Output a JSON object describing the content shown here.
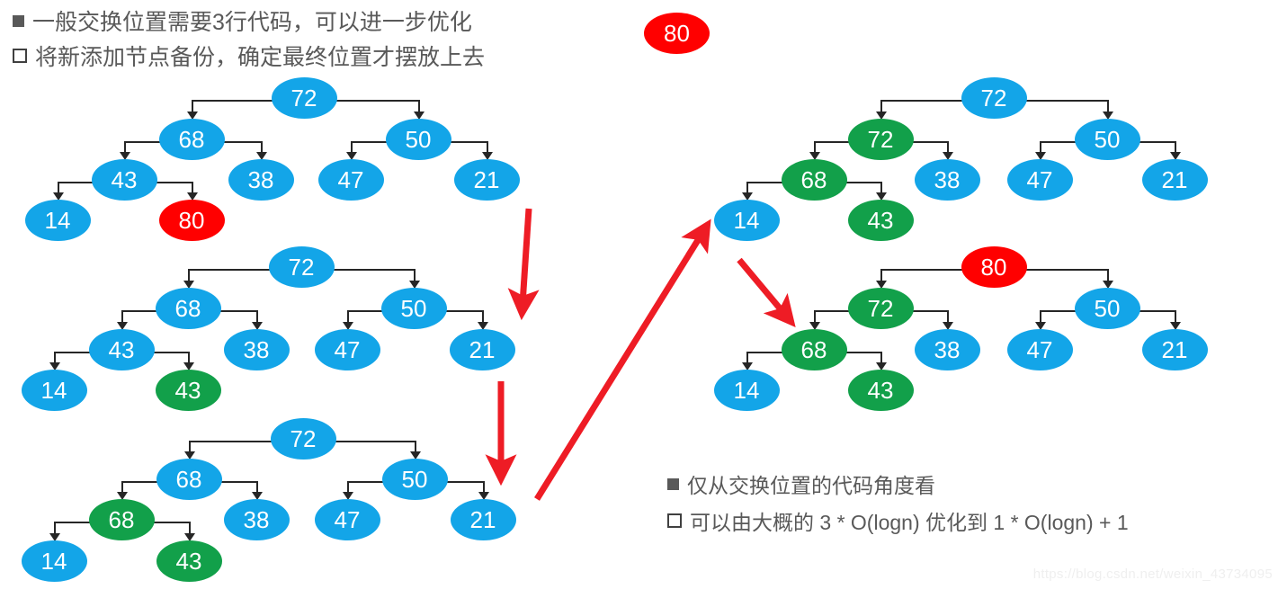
{
  "colors": {
    "node_blue": "#13A5E8",
    "node_green": "#12A04A",
    "node_red": "#FF0000",
    "link": "#262626",
    "arrow_red": "#EE1C25",
    "text_gray": "#595959",
    "background": "#FFFFFF"
  },
  "top_notes": [
    {
      "marker": "filled-square",
      "text": "一般交换位置需要3行代码，可以进一步优化"
    },
    {
      "marker": "hollow-square",
      "text": "将新添加节点备份，确定最终位置才摆放上去"
    }
  ],
  "bottom_right_notes": [
    {
      "marker": "filled-square",
      "text": "仅从交换位置的代码角度看"
    },
    {
      "marker": "hollow-square",
      "text": "可以由大概的 3 * O(logn) 优化到 1 * O(logn) + 1"
    }
  ],
  "floating_node": {
    "label": "80",
    "color": "red"
  },
  "trees": [
    {
      "id": "tree-left-1",
      "nodes": [
        {
          "label": "72",
          "color": "blue"
        },
        {
          "label": "68",
          "color": "blue"
        },
        {
          "label": "50",
          "color": "blue"
        },
        {
          "label": "43",
          "color": "blue"
        },
        {
          "label": "38",
          "color": "blue"
        },
        {
          "label": "47",
          "color": "blue"
        },
        {
          "label": "21",
          "color": "blue"
        },
        {
          "label": "14",
          "color": "blue"
        },
        {
          "label": "80",
          "color": "red"
        }
      ]
    },
    {
      "id": "tree-left-2",
      "nodes": [
        {
          "label": "72",
          "color": "blue"
        },
        {
          "label": "68",
          "color": "blue"
        },
        {
          "label": "50",
          "color": "blue"
        },
        {
          "label": "43",
          "color": "blue"
        },
        {
          "label": "38",
          "color": "blue"
        },
        {
          "label": "47",
          "color": "blue"
        },
        {
          "label": "21",
          "color": "blue"
        },
        {
          "label": "14",
          "color": "blue"
        },
        {
          "label": "43",
          "color": "green"
        }
      ]
    },
    {
      "id": "tree-left-3",
      "nodes": [
        {
          "label": "72",
          "color": "blue"
        },
        {
          "label": "68",
          "color": "blue"
        },
        {
          "label": "50",
          "color": "blue"
        },
        {
          "label": "68",
          "color": "green"
        },
        {
          "label": "38",
          "color": "blue"
        },
        {
          "label": "47",
          "color": "blue"
        },
        {
          "label": "21",
          "color": "blue"
        },
        {
          "label": "14",
          "color": "blue"
        },
        {
          "label": "43",
          "color": "green"
        }
      ]
    },
    {
      "id": "tree-right-1",
      "nodes": [
        {
          "label": "72",
          "color": "blue"
        },
        {
          "label": "72",
          "color": "green"
        },
        {
          "label": "50",
          "color": "blue"
        },
        {
          "label": "68",
          "color": "green"
        },
        {
          "label": "38",
          "color": "blue"
        },
        {
          "label": "47",
          "color": "blue"
        },
        {
          "label": "21",
          "color": "blue"
        },
        {
          "label": "14",
          "color": "blue"
        },
        {
          "label": "43",
          "color": "green"
        }
      ]
    },
    {
      "id": "tree-right-2",
      "nodes": [
        {
          "label": "80",
          "color": "red"
        },
        {
          "label": "72",
          "color": "green"
        },
        {
          "label": "50",
          "color": "blue"
        },
        {
          "label": "68",
          "color": "green"
        },
        {
          "label": "38",
          "color": "blue"
        },
        {
          "label": "47",
          "color": "blue"
        },
        {
          "label": "21",
          "color": "blue"
        },
        {
          "label": "14",
          "color": "blue"
        },
        {
          "label": "43",
          "color": "green"
        }
      ]
    }
  ],
  "watermark": "https://blog.csdn.net/weixin_43734095"
}
